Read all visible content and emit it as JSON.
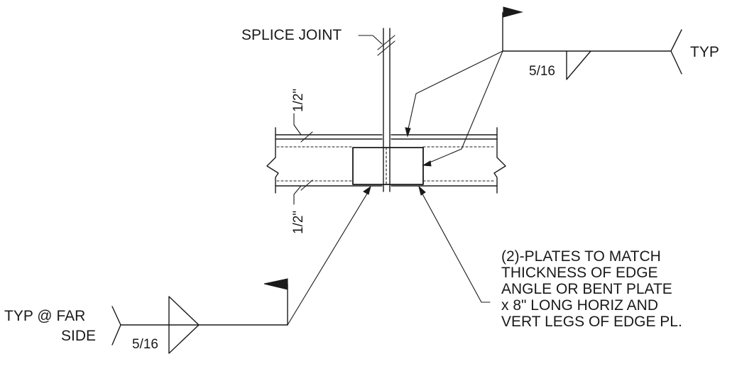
{
  "labels": {
    "splice_joint": "SPLICE JOINT",
    "typ": "TYP",
    "weld_size_top": "5/16",
    "weld_size_bottom": "5/16",
    "dim_top": "1/2\"",
    "dim_bottom": "1/2\"",
    "typ_far_side_line1": "TYP @ FAR",
    "typ_far_side_line2": "SIDE"
  },
  "note_lines": [
    "(2)-PLATES TO MATCH",
    "THICKNESS OF EDGE",
    "ANGLE OR BENT PLATE",
    "x 8\" LONG HORIZ AND",
    "VERT LEGS OF EDGE PL."
  ]
}
